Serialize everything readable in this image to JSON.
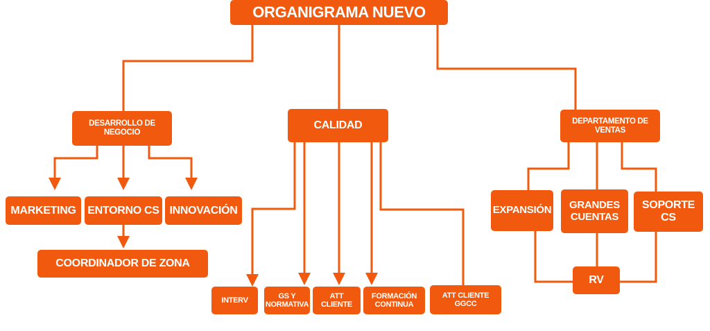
{
  "colors": {
    "node_fill": "#f15a0e",
    "connector": "#f15a0e",
    "text": "#ffffff",
    "background": "#ffffff"
  },
  "root": {
    "label": "ORGANIGRAMA NUEVO"
  },
  "branches": {
    "desarrollo": {
      "label": "DESARROLLO DE\nNEGOCIO",
      "children": {
        "marketing": "MARKETING",
        "entorno": "ENTORNO CS",
        "innovacion": "INNOVACIÓN"
      },
      "entorno_child": "COORDINADOR DE ZONA"
    },
    "calidad": {
      "label": "CALIDAD",
      "children": {
        "interv": "INTERV",
        "gs": "GS Y\nNORMATIVA",
        "att": "ATT\nCLIENTE",
        "formacion": "FORMACIÓN\nCONTINUA",
        "att_ggcc": "ATT CLIENTE\nGGCC"
      }
    },
    "ventas": {
      "label": "DEPARTAMENTO DE\nVENTAS",
      "children": {
        "expansion": "EXPANSIÓN",
        "grandes": "GRANDES\nCUENTAS",
        "soporte": "SOPORTE\nCS"
      },
      "shared_child": "RV"
    }
  }
}
